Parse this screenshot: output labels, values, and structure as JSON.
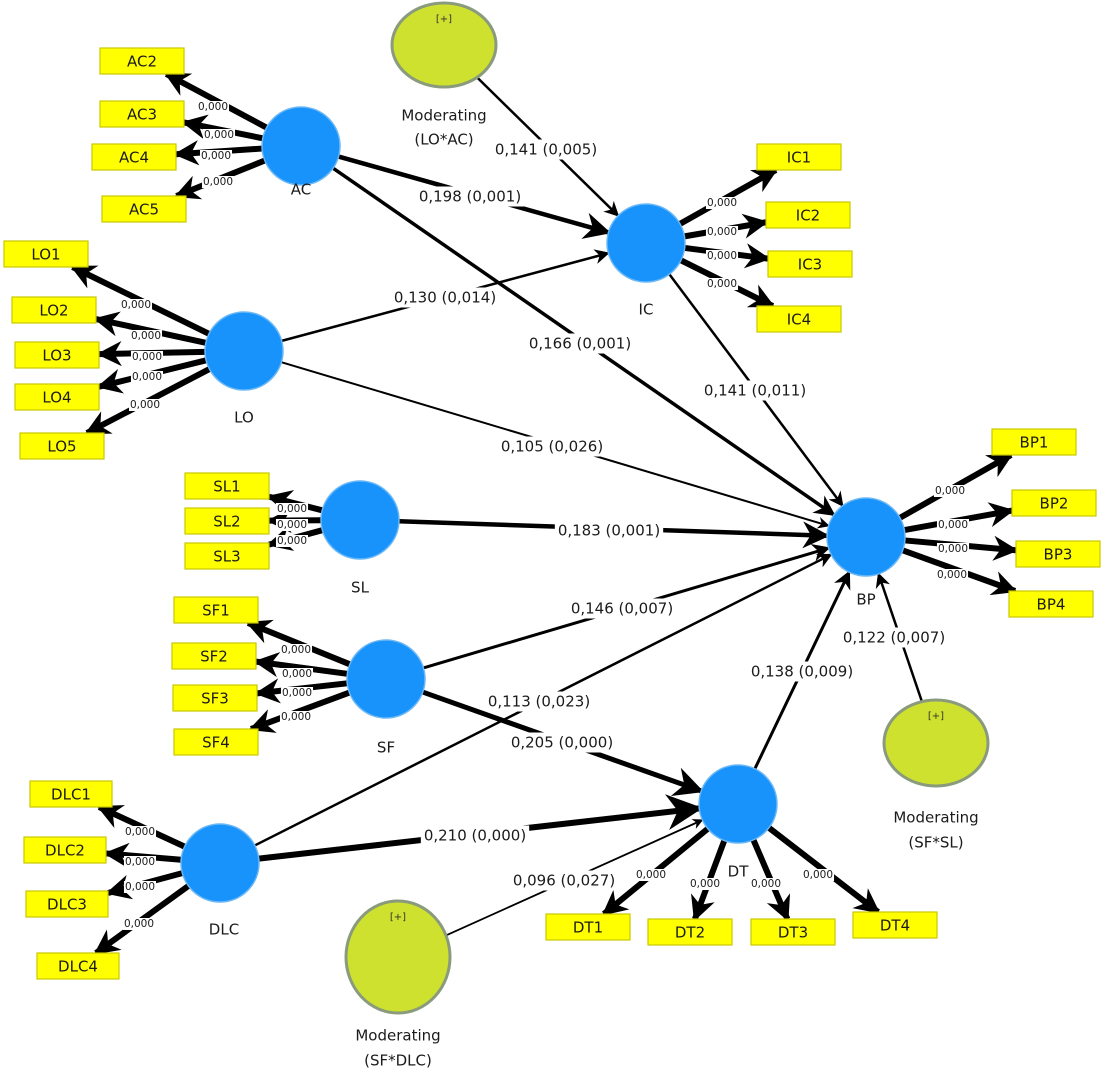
{
  "diagram": {
    "type": "PLS-SEM path model (bootstrapping results)",
    "colors": {
      "latent_fill": "#1793fb",
      "latent_stroke": "#6bb8f5",
      "indicator_fill": "#ffff00",
      "indicator_stroke": "#c8c800",
      "moderator_fill": "#cde12e",
      "moderator_stroke": "#8a9a7c",
      "arrow": "#000000"
    },
    "latent_variables": [
      {
        "id": "AC",
        "label": "AC"
      },
      {
        "id": "LO",
        "label": "LO"
      },
      {
        "id": "IC",
        "label": "IC"
      },
      {
        "id": "SL",
        "label": "SL"
      },
      {
        "id": "SF",
        "label": "SF"
      },
      {
        "id": "BP",
        "label": "BP"
      },
      {
        "id": "DLC",
        "label": "DLC"
      },
      {
        "id": "DT",
        "label": "DT"
      }
    ],
    "moderators": [
      {
        "id": "MOD_LOAC",
        "expand": "[+]",
        "label_line1": "Moderating",
        "label_line2": "(LO*AC)"
      },
      {
        "id": "MOD_SFSL",
        "expand": "[+]",
        "label_line1": "Moderating",
        "label_line2": "(SF*SL)"
      },
      {
        "id": "MOD_SFDLC",
        "expand": "[+]",
        "label_line1": "Moderating",
        "label_line2": "(SF*DLC)"
      }
    ],
    "indicators": [
      {
        "id": "AC2",
        "label": "AC2",
        "latent": "AC",
        "p": "0,000"
      },
      {
        "id": "AC3",
        "label": "AC3",
        "latent": "AC",
        "p": "0,000"
      },
      {
        "id": "AC4",
        "label": "AC4",
        "latent": "AC",
        "p": "0,000"
      },
      {
        "id": "AC5",
        "label": "AC5",
        "latent": "AC",
        "p": "0,000"
      },
      {
        "id": "LO1",
        "label": "LO1",
        "latent": "LO",
        "p": "0,000"
      },
      {
        "id": "LO2",
        "label": "LO2",
        "latent": "LO",
        "p": "0,000"
      },
      {
        "id": "LO3",
        "label": "LO3",
        "latent": "LO",
        "p": "0,000"
      },
      {
        "id": "LO4",
        "label": "LO4",
        "latent": "LO",
        "p": "0,000"
      },
      {
        "id": "LO5",
        "label": "LO5",
        "latent": "LO",
        "p": "0,000"
      },
      {
        "id": "IC1",
        "label": "IC1",
        "latent": "IC",
        "p": "0,000"
      },
      {
        "id": "IC2",
        "label": "IC2",
        "latent": "IC",
        "p": "0,000"
      },
      {
        "id": "IC3",
        "label": "IC3",
        "latent": "IC",
        "p": "0,000"
      },
      {
        "id": "IC4",
        "label": "IC4",
        "latent": "IC",
        "p": "0,000"
      },
      {
        "id": "SL1",
        "label": "SL1",
        "latent": "SL",
        "p": "0,000"
      },
      {
        "id": "SL2",
        "label": "SL2",
        "latent": "SL",
        "p": "0,000"
      },
      {
        "id": "SL3",
        "label": "SL3",
        "latent": "SL",
        "p": "0,000"
      },
      {
        "id": "SF1",
        "label": "SF1",
        "latent": "SF",
        "p": "0,000"
      },
      {
        "id": "SF2",
        "label": "SF2",
        "latent": "SF",
        "p": "0,000"
      },
      {
        "id": "SF3",
        "label": "SF3",
        "latent": "SF",
        "p": "0,000"
      },
      {
        "id": "SF4",
        "label": "SF4",
        "latent": "SF",
        "p": "0,000"
      },
      {
        "id": "BP1",
        "label": "BP1",
        "latent": "BP",
        "p": "0,000"
      },
      {
        "id": "BP2",
        "label": "BP2",
        "latent": "BP",
        "p": "0,000"
      },
      {
        "id": "BP3",
        "label": "BP3",
        "latent": "BP",
        "p": "0,000"
      },
      {
        "id": "BP4",
        "label": "BP4",
        "latent": "BP",
        "p": "0,000"
      },
      {
        "id": "DLC1",
        "label": "DLC1",
        "latent": "DLC",
        "p": "0,000"
      },
      {
        "id": "DLC2",
        "label": "DLC2",
        "latent": "DLC",
        "p": "0,000"
      },
      {
        "id": "DLC3",
        "label": "DLC3",
        "latent": "DLC",
        "p": "0,000"
      },
      {
        "id": "DLC4",
        "label": "DLC4",
        "latent": "DLC",
        "p": "0,000"
      },
      {
        "id": "DT1",
        "label": "DT1",
        "latent": "DT",
        "p": "0,000"
      },
      {
        "id": "DT2",
        "label": "DT2",
        "latent": "DT",
        "p": "0,000"
      },
      {
        "id": "DT3",
        "label": "DT3",
        "latent": "DT",
        "p": "0,000"
      },
      {
        "id": "DT4",
        "label": "DT4",
        "latent": "DT",
        "p": "0,000"
      }
    ],
    "paths": [
      {
        "from": "MOD_LOAC",
        "to": "IC",
        "coef": "0,141",
        "p": "0,005",
        "label": "0,141 (0,005)"
      },
      {
        "from": "AC",
        "to": "IC",
        "coef": "0,198",
        "p": "0,001",
        "label": "0,198 (0,001)"
      },
      {
        "from": "LO",
        "to": "IC",
        "coef": "0,130",
        "p": "0,014",
        "label": "0,130 (0,014)"
      },
      {
        "from": "AC",
        "to": "BP",
        "coef": "0,166",
        "p": "0,001",
        "label": "0,166 (0,001)"
      },
      {
        "from": "IC",
        "to": "BP",
        "coef": "0,141",
        "p": "0,011",
        "label": "0,141 (0,011)"
      },
      {
        "from": "LO",
        "to": "BP",
        "coef": "0,105",
        "p": "0,026",
        "label": "0,105 (0,026)"
      },
      {
        "from": "SL",
        "to": "BP",
        "coef": "0,183",
        "p": "0,001",
        "label": "0,183 (0,001)"
      },
      {
        "from": "SF",
        "to": "BP",
        "coef": "0,146",
        "p": "0,007",
        "label": "0,146 (0,007)"
      },
      {
        "from": "DLC",
        "to": "BP",
        "coef": "0,113",
        "p": "0,023",
        "label": "0,113 (0,023)"
      },
      {
        "from": "SF",
        "to": "DT",
        "coef": "0,205",
        "p": "0,000",
        "label": "0,205 (0,000)"
      },
      {
        "from": "DT",
        "to": "BP",
        "coef": "0,138",
        "p": "0,009",
        "label": "0,138 (0,009)"
      },
      {
        "from": "MOD_SFSL",
        "to": "BP",
        "coef": "0,122",
        "p": "0,007",
        "label": "0,122 (0,007)"
      },
      {
        "from": "DLC",
        "to": "DT",
        "coef": "0,210",
        "p": "0,000",
        "label": "0,210 (0,000)"
      },
      {
        "from": "MOD_SFDLC",
        "to": "DT",
        "coef": "0,096",
        "p": "0,027",
        "label": "0,096 (0,027)"
      }
    ]
  }
}
